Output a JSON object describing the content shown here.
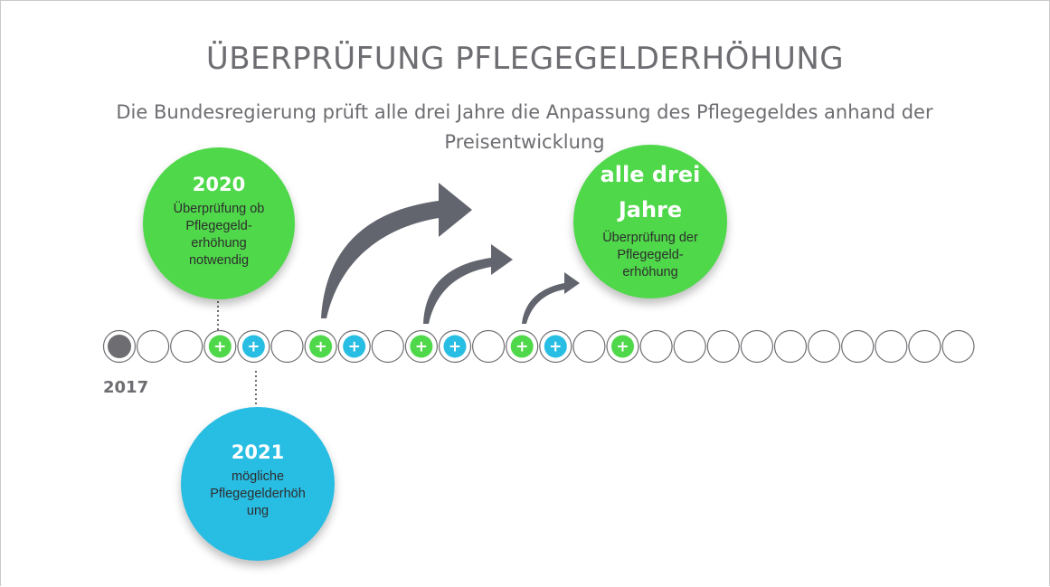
{
  "title": "ÜBERPRÜFUNG PFLEGEGELDERHÖHUNG",
  "subtitle": "Die Bundesregierung prüft alle drei Jahre die Anpassung des Pflegegeldes anhand der Preisentwicklung",
  "start_year": "2017",
  "bubbles": {
    "b2020": {
      "head": "2020",
      "body": "Überprüfung ob Pflegegeld-erhöhung notwendig"
    },
    "b2021": {
      "head": "2021",
      "body": "mögliche Pflegegelderhöh ung"
    },
    "ball": {
      "head": "alle drei Jahre",
      "body": "Überprüfung der Pflegegeld-erhöhung"
    }
  },
  "timeline": {
    "slots": [
      "current",
      "empty",
      "empty",
      "green",
      "blue",
      "empty",
      "green",
      "blue",
      "empty",
      "green",
      "blue",
      "empty",
      "green",
      "blue",
      "empty",
      "green",
      "empty",
      "empty",
      "empty",
      "empty",
      "empty",
      "empty",
      "empty",
      "empty",
      "empty",
      "empty"
    ],
    "plus_symbol": "+"
  },
  "colors": {
    "green": "#4fd84a",
    "blue": "#28bde3",
    "gray": "#6d6d72",
    "arrow": "#62646e"
  }
}
